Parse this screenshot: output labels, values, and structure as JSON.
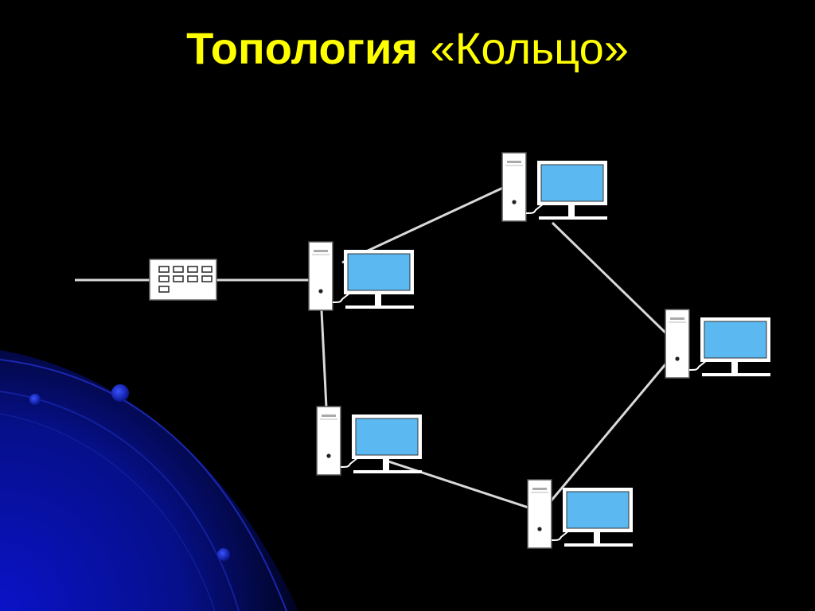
{
  "slide": {
    "title_bold": "Топология",
    "title_rest": "«Кольцо»"
  },
  "colors": {
    "background": "#000000",
    "title": "#ffff00",
    "cable": "#d9d9d9",
    "device_body": "#ffffff",
    "screen": "#5bb8f0",
    "decor_blue": "#0a12c8"
  },
  "diagram": {
    "topology": "ring",
    "nodes": [
      {
        "id": "workstation-1",
        "icon": "desktop-computer-icon"
      },
      {
        "id": "workstation-2",
        "icon": "desktop-computer-icon"
      },
      {
        "id": "workstation-3",
        "icon": "desktop-computer-icon"
      },
      {
        "id": "workstation-4",
        "icon": "desktop-computer-icon"
      },
      {
        "id": "workstation-5",
        "icon": "desktop-computer-icon"
      }
    ],
    "connector": {
      "id": "network-hub",
      "icon": "hub-icon"
    },
    "links": [
      [
        "workstation-1",
        "workstation-2"
      ],
      [
        "workstation-2",
        "workstation-3"
      ],
      [
        "workstation-3",
        "workstation-4"
      ],
      [
        "workstation-4",
        "workstation-5"
      ],
      [
        "workstation-5",
        "workstation-1"
      ],
      [
        "network-hub",
        "workstation-1"
      ],
      [
        "external-line",
        "network-hub"
      ]
    ]
  }
}
